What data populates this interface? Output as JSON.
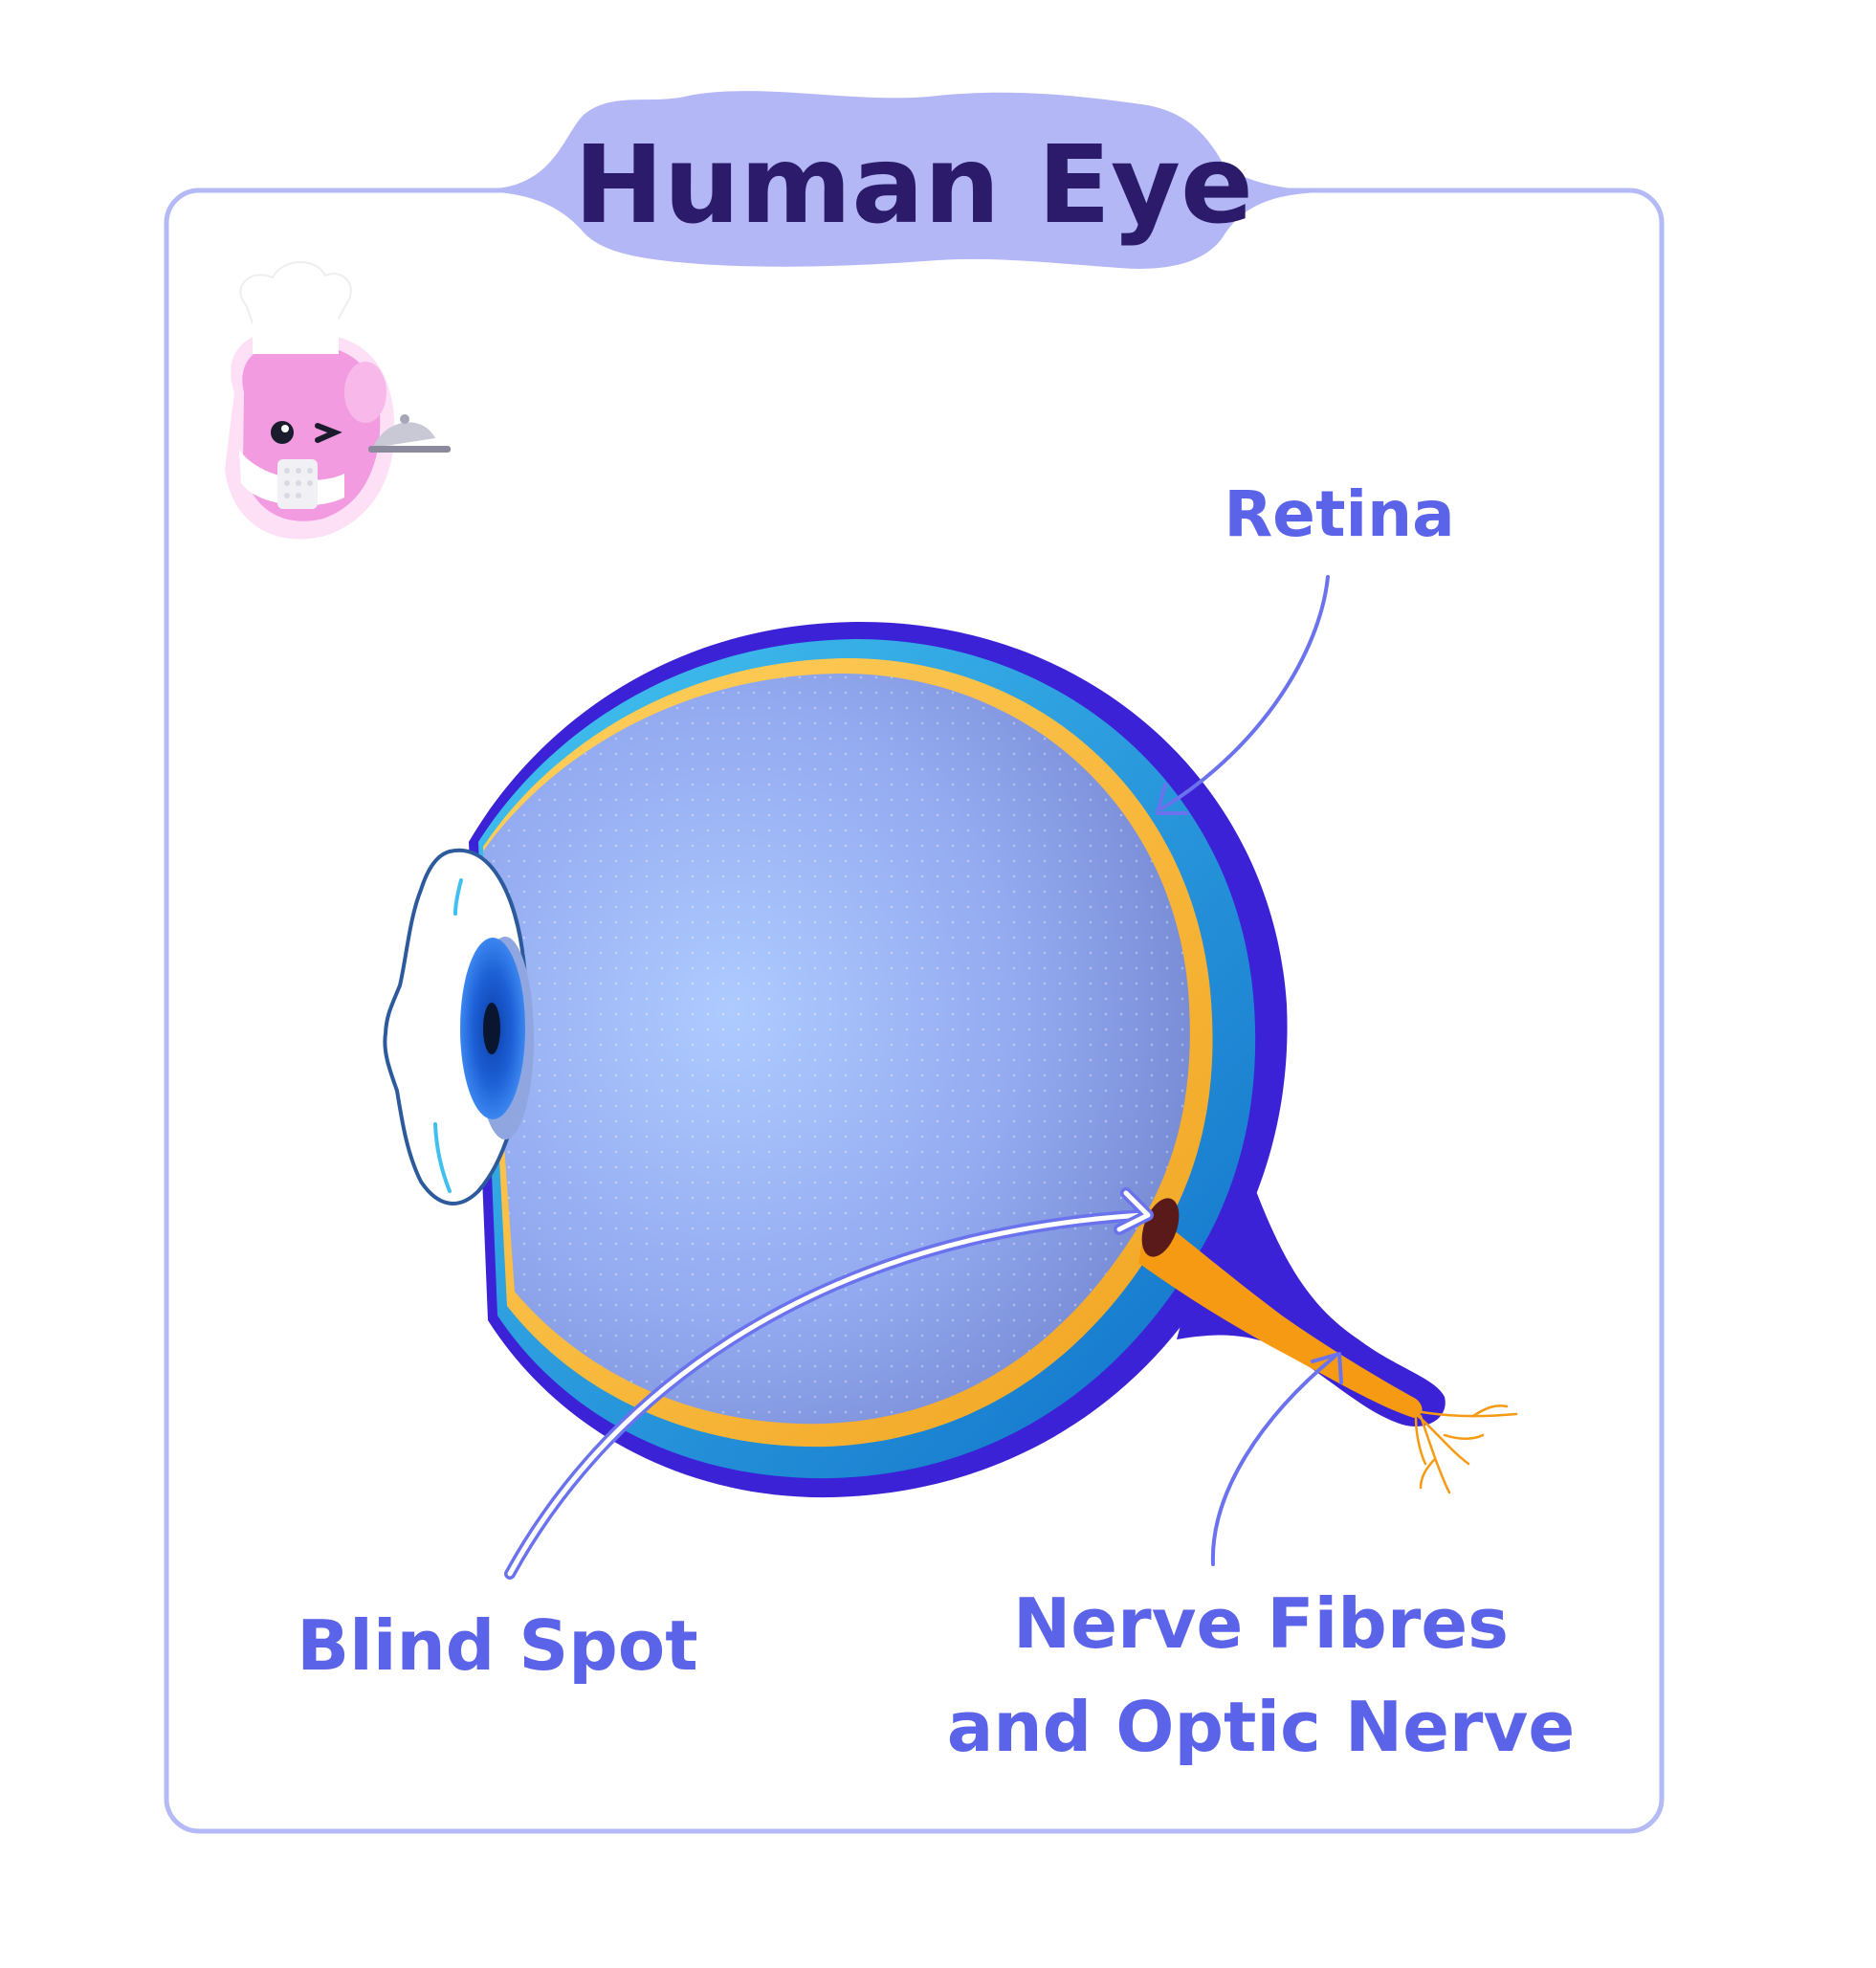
{
  "title": "Human Eye",
  "labels": {
    "retina": "Retina",
    "blind_spot": "Blind Spot",
    "nerve_line1": "Nerve Fibres",
    "nerve_line2": "and Optic Nerve"
  },
  "colors": {
    "frame_border": "#b3baf5",
    "title_banner": "#b3b7f5",
    "title_text": "#2c1a6b",
    "label_text": "#5b64e8",
    "sclera_outer": "#3b22d6",
    "choroid": "#1b9be0",
    "retina_layer": "#f7b733",
    "vitreous": "#8ea6ea",
    "iris": "#1d5fd6",
    "optic_nerve": "#f59a12",
    "blind_spot": "#5a1a1a",
    "mascot_pink": "#f39be0"
  },
  "icons": {
    "mascot": "chef-mascot-icon"
  }
}
